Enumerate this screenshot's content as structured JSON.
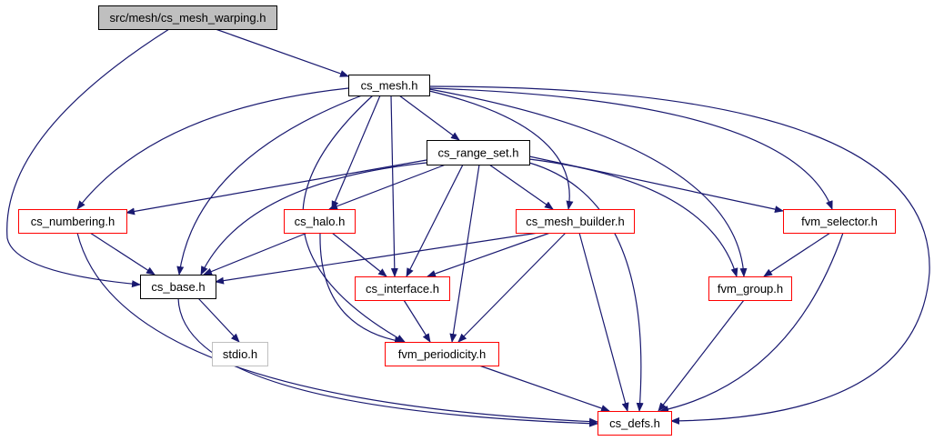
{
  "diagram": {
    "colors": {
      "edge": "#191970",
      "root_fill": "#bfbfbf",
      "default_border": "#000000",
      "truncated_border": "#ff0000",
      "external_border": "#bfbfbf",
      "background": "#ffffff"
    },
    "nodes": [
      {
        "id": "cs_mesh_warping",
        "label": "src/mesh/cs_mesh_warping.h",
        "kind": "root"
      },
      {
        "id": "cs_mesh",
        "label": "cs_mesh.h",
        "kind": "normal"
      },
      {
        "id": "cs_range_set",
        "label": "cs_range_set.h",
        "kind": "normal"
      },
      {
        "id": "cs_numbering",
        "label": "cs_numbering.h",
        "kind": "truncated"
      },
      {
        "id": "cs_halo",
        "label": "cs_halo.h",
        "kind": "truncated"
      },
      {
        "id": "cs_mesh_builder",
        "label": "cs_mesh_builder.h",
        "kind": "truncated"
      },
      {
        "id": "fvm_selector",
        "label": "fvm_selector.h",
        "kind": "truncated"
      },
      {
        "id": "cs_base",
        "label": "cs_base.h",
        "kind": "normal"
      },
      {
        "id": "cs_interface",
        "label": "cs_interface.h",
        "kind": "truncated"
      },
      {
        "id": "fvm_group",
        "label": "fvm_group.h",
        "kind": "truncated"
      },
      {
        "id": "stdio",
        "label": "stdio.h",
        "kind": "external"
      },
      {
        "id": "fvm_periodicity",
        "label": "fvm_periodicity.h",
        "kind": "truncated"
      },
      {
        "id": "cs_defs",
        "label": "cs_defs.h",
        "kind": "truncated"
      }
    ],
    "edges": [
      {
        "from": "cs_mesh_warping",
        "to": "cs_mesh"
      },
      {
        "from": "cs_mesh_warping",
        "to": "cs_base"
      },
      {
        "from": "cs_mesh",
        "to": "cs_range_set"
      },
      {
        "from": "cs_mesh",
        "to": "cs_numbering"
      },
      {
        "from": "cs_mesh",
        "to": "cs_base"
      },
      {
        "from": "cs_mesh",
        "to": "cs_halo"
      },
      {
        "from": "cs_mesh",
        "to": "cs_interface"
      },
      {
        "from": "cs_mesh",
        "to": "fvm_periodicity"
      },
      {
        "from": "cs_mesh",
        "to": "cs_mesh_builder"
      },
      {
        "from": "cs_mesh",
        "to": "fvm_group"
      },
      {
        "from": "cs_mesh",
        "to": "fvm_selector"
      },
      {
        "from": "cs_mesh",
        "to": "cs_defs"
      },
      {
        "from": "cs_range_set",
        "to": "cs_numbering"
      },
      {
        "from": "cs_range_set",
        "to": "cs_base"
      },
      {
        "from": "cs_range_set",
        "to": "cs_halo"
      },
      {
        "from": "cs_range_set",
        "to": "cs_interface"
      },
      {
        "from": "cs_range_set",
        "to": "fvm_periodicity"
      },
      {
        "from": "cs_range_set",
        "to": "cs_mesh_builder"
      },
      {
        "from": "cs_range_set",
        "to": "fvm_group"
      },
      {
        "from": "cs_range_set",
        "to": "fvm_selector"
      },
      {
        "from": "cs_range_set",
        "to": "cs_defs"
      },
      {
        "from": "cs_numbering",
        "to": "cs_base"
      },
      {
        "from": "cs_numbering",
        "to": "cs_defs"
      },
      {
        "from": "cs_halo",
        "to": "cs_base"
      },
      {
        "from": "cs_halo",
        "to": "cs_interface"
      },
      {
        "from": "cs_halo",
        "to": "fvm_periodicity"
      },
      {
        "from": "cs_mesh_builder",
        "to": "cs_base"
      },
      {
        "from": "cs_mesh_builder",
        "to": "cs_interface"
      },
      {
        "from": "cs_mesh_builder",
        "to": "fvm_periodicity"
      },
      {
        "from": "cs_mesh_builder",
        "to": "cs_defs"
      },
      {
        "from": "fvm_selector",
        "to": "fvm_group"
      },
      {
        "from": "fvm_selector",
        "to": "cs_defs"
      },
      {
        "from": "cs_base",
        "to": "stdio"
      },
      {
        "from": "cs_base",
        "to": "cs_defs"
      },
      {
        "from": "cs_interface",
        "to": "fvm_periodicity"
      },
      {
        "from": "fvm_group",
        "to": "cs_defs"
      },
      {
        "from": "fvm_periodicity",
        "to": "cs_defs"
      }
    ]
  }
}
